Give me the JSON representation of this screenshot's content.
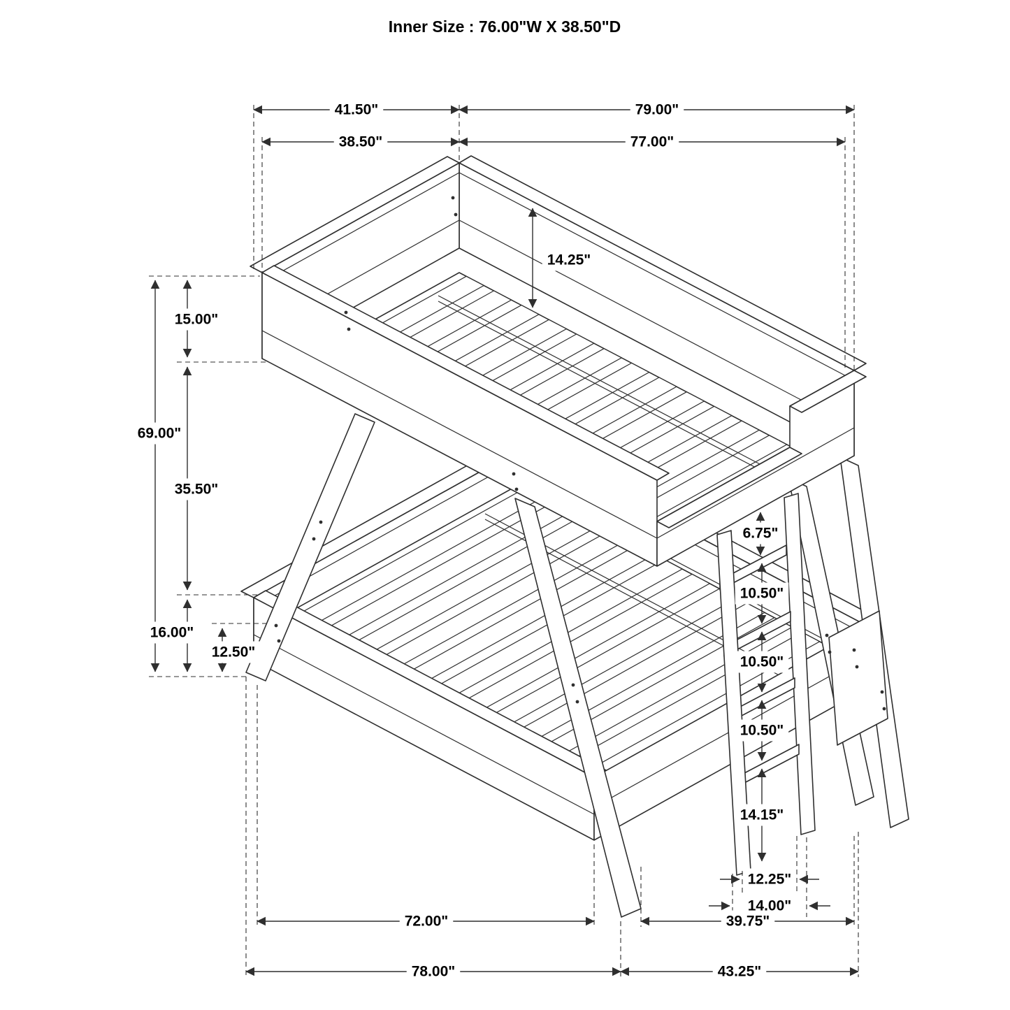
{
  "title": "Inner Size : 76.00\"W X 38.50\"D",
  "dimensions": {
    "upper_bunk_total_depth": "41.50\"",
    "upper_bunk_total_width": "79.00\"",
    "upper_bunk_inner_depth": "38.50\"",
    "upper_bunk_inner_width": "77.00\"",
    "rail_above_slats": "14.25\"",
    "upper_rail_height": "15.00\"",
    "overall_height": "69.00\"",
    "between_bunks": "35.50\"",
    "lower_bunk_height": "16.00\"",
    "lower_slat_height": "12.50\"",
    "ladder_top_spacing": "6.75\"",
    "ladder_spacing_1": "10.50\"",
    "ladder_spacing_2": "10.50\"",
    "ladder_spacing_3": "10.50\"",
    "ladder_bottom_spacing": "14.15\"",
    "ladder_inner_width": "12.25\"",
    "ladder_outer_width": "14.00\"",
    "lower_bunk_inner_width": "72.00\"",
    "lower_right_depth": "39.75\"",
    "lower_bunk_total_width": "78.00\"",
    "right_side_total_depth": "43.25\""
  }
}
